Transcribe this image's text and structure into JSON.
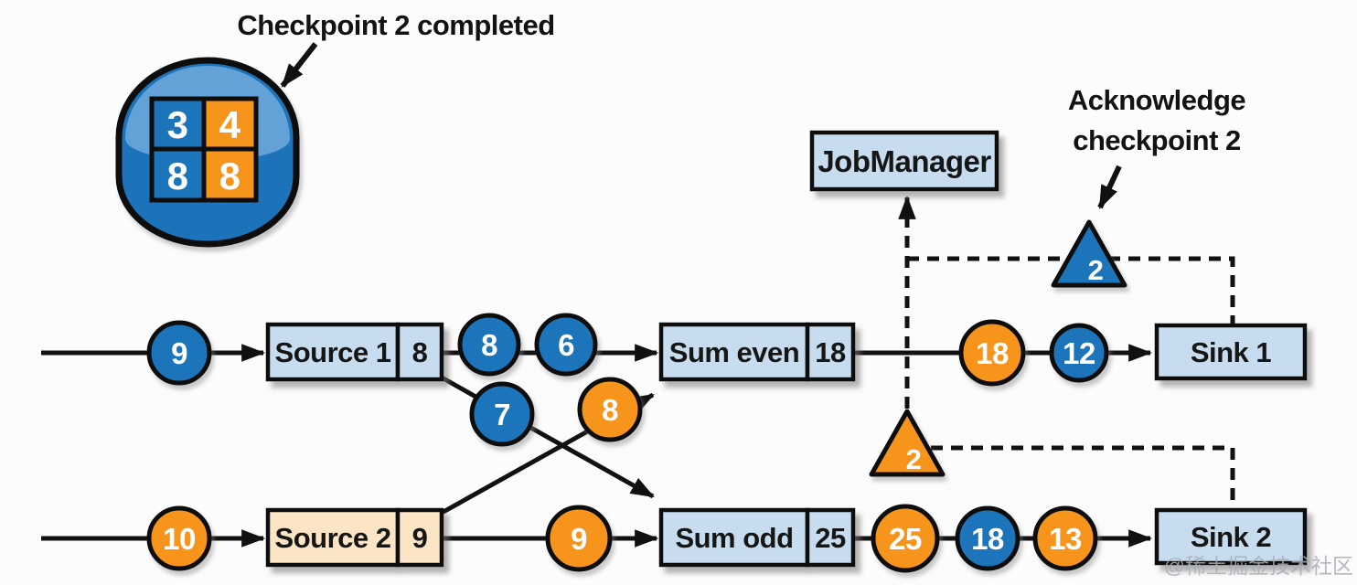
{
  "colors": {
    "blue": "#1b75bb",
    "orange": "#f7941e",
    "box_blue": "#c7ddef",
    "box_cream": "#fbe5c4",
    "cyl_dark": "#1a73b9",
    "cyl_light": "#63a2d6",
    "line": "#111111",
    "watermark_gray": "#a9aeb6"
  },
  "annotations": {
    "checkpoint_completed": "Checkpoint 2 completed",
    "acknowledge_line1": "Acknowledge",
    "acknowledge_line2": "checkpoint 2"
  },
  "checkpoint_store": {
    "cells": [
      {
        "value": "3",
        "fill": "#1b75bb"
      },
      {
        "value": "4",
        "fill": "#f7941e"
      },
      {
        "value": "8",
        "fill": "#1b75bb"
      },
      {
        "value": "8",
        "fill": "#f7941e"
      }
    ]
  },
  "job_manager": {
    "label": "JobManager"
  },
  "barriers": {
    "even": {
      "value": "2",
      "fill": "#1b75bb"
    },
    "odd": {
      "value": "2",
      "fill": "#f7941e"
    }
  },
  "even_pipeline": {
    "in_record": {
      "value": "9",
      "fill": "#1b75bb"
    },
    "source_label": "Source 1",
    "source_state": "8",
    "mid_records": [
      {
        "value": "8",
        "fill": "#1b75bb"
      },
      {
        "value": "6",
        "fill": "#1b75bb"
      }
    ],
    "sum_label": "Sum even",
    "sum_state": "18",
    "out_records": [
      {
        "value": "18",
        "fill": "#f7941e"
      },
      {
        "value": "12",
        "fill": "#1b75bb"
      }
    ],
    "sink_label": "Sink 1"
  },
  "odd_pipeline": {
    "in_record": {
      "value": "10",
      "fill": "#f7941e"
    },
    "source_label": "Source 2",
    "source_state": "9",
    "mid_records": [
      {
        "value": "9",
        "fill": "#f7941e"
      }
    ],
    "sum_label": "Sum odd",
    "sum_state": "25",
    "out_records": [
      {
        "value": "25",
        "fill": "#f7941e"
      },
      {
        "value": "18",
        "fill": "#1b75bb"
      },
      {
        "value": "13",
        "fill": "#f7941e"
      }
    ],
    "sink_label": "Sink 2"
  },
  "cross_records": {
    "from_source1": {
      "value": "7",
      "fill": "#1b75bb"
    },
    "from_source2": {
      "value": "8",
      "fill": "#f7941e"
    }
  },
  "watermark": {
    "text": "@稀土掘金技术社区"
  }
}
